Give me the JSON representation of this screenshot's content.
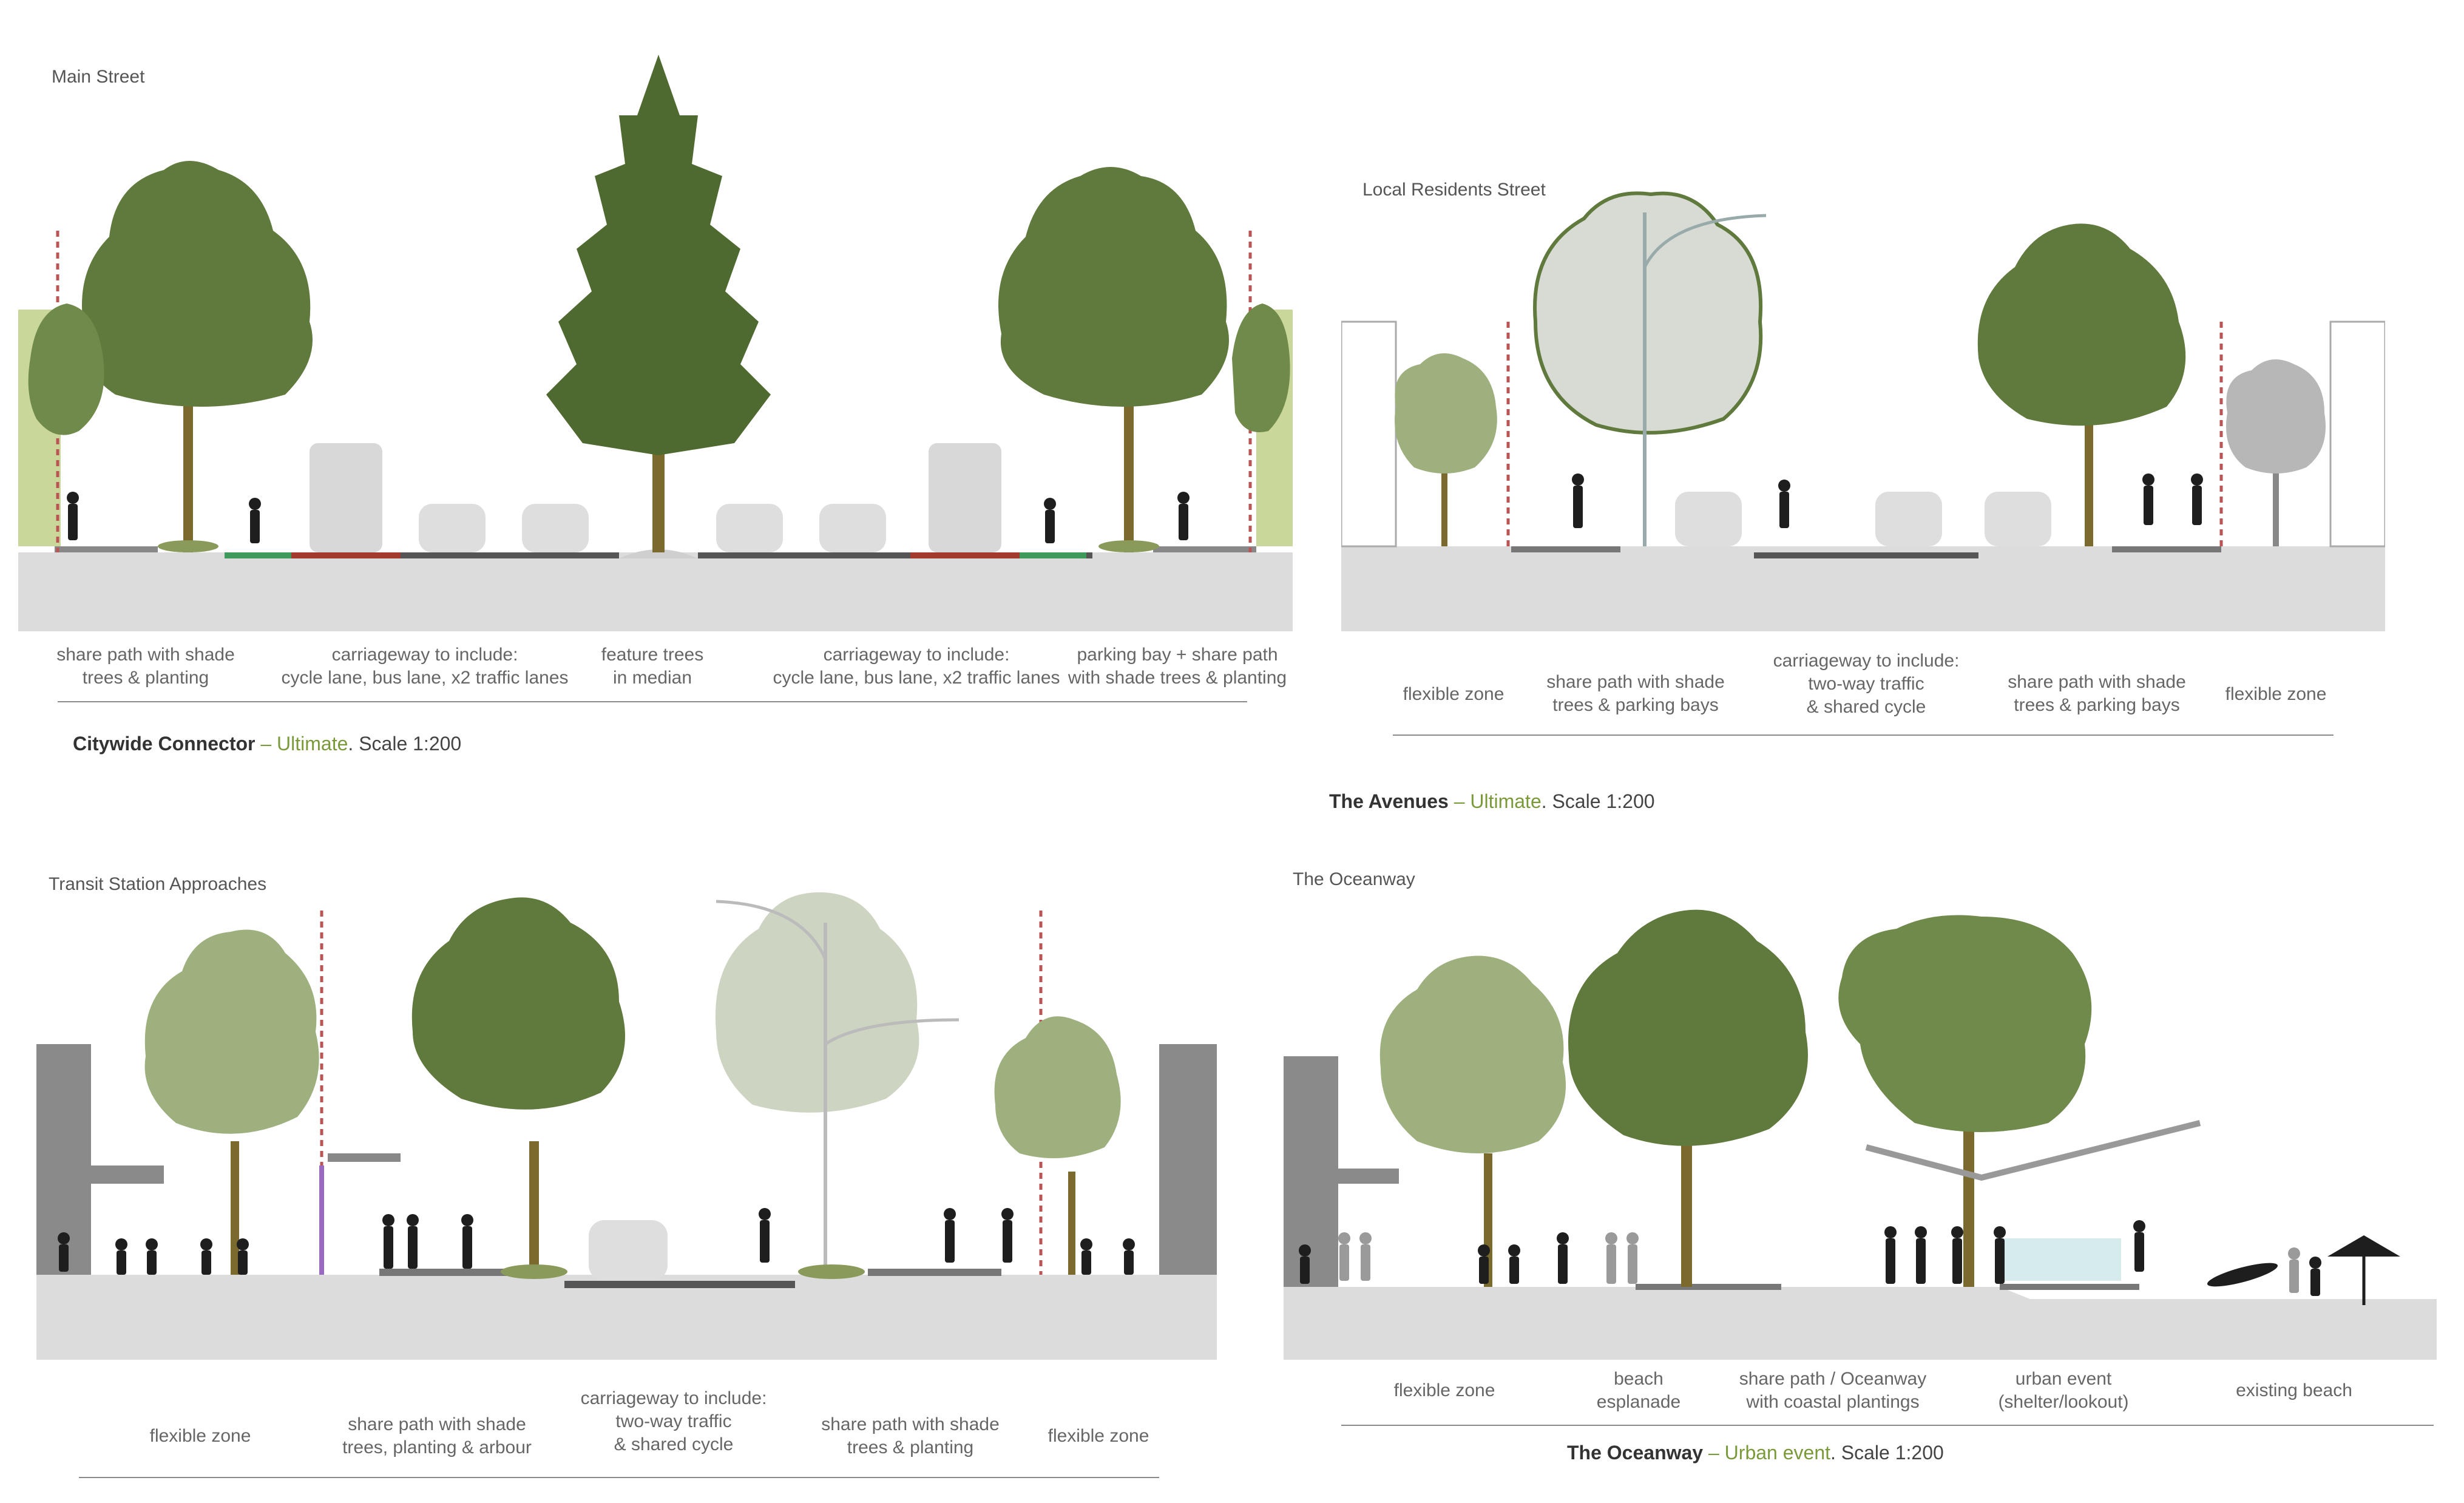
{
  "panels": {
    "main_street": {
      "title": "Main Street",
      "zones": [
        "share path with shade\ntrees & planting",
        "carriageway to include:\ncycle lane, bus lane, x2 traffic lanes",
        "feature trees\nin median",
        "carriageway to include:\ncycle lane, bus lane, x2 traffic lanes",
        "parking bay + share path\nwith shade trees & planting"
      ],
      "caption": {
        "name": "Citywide Connector",
        "sep": " – ",
        "stage": "Ultimate",
        "scale": ". Scale 1:200"
      }
    },
    "local_residents": {
      "title": "Local Residents Street",
      "zones": [
        "flexible zone",
        "share path with shade\ntrees & parking bays",
        "carriageway to include:\ntwo-way traffic\n& shared cycle",
        "share path with shade\ntrees & parking bays",
        "flexible zone"
      ],
      "caption": {
        "name": "The Avenues",
        "sep": " – ",
        "stage": "Ultimate",
        "scale": ". Scale 1:200"
      }
    },
    "transit_station": {
      "title": "Transit Station Approaches",
      "zones": [
        "flexible zone",
        "share path with shade\ntrees, planting & arbour",
        "carriageway to include:\ntwo-way traffic\n& shared cycle",
        "share path with shade\ntrees & planting",
        "flexible zone"
      ]
    },
    "oceanway": {
      "title": "The Oceanway",
      "zones": [
        "flexible zone",
        "beach\nesplanade",
        "share path / Oceanway\nwith coastal plantings",
        "urban event\n(shelter/lookout)",
        "existing beach"
      ],
      "caption": {
        "name": "The Oceanway",
        "sep": " – ",
        "stage": "Urban event",
        "scale": ". Scale 1:200"
      }
    }
  },
  "colors": {
    "tree_dark": "#5f7a3c",
    "tree_mid": "#6f8a4a",
    "tree_light": "#9db07e",
    "tree_pale": "#cdd5c2",
    "ground": "#dcdcdc",
    "figure": "#1e1e1e",
    "cycle_lane": "#3e9a5a",
    "bus_lane": "#a33a2e"
  }
}
